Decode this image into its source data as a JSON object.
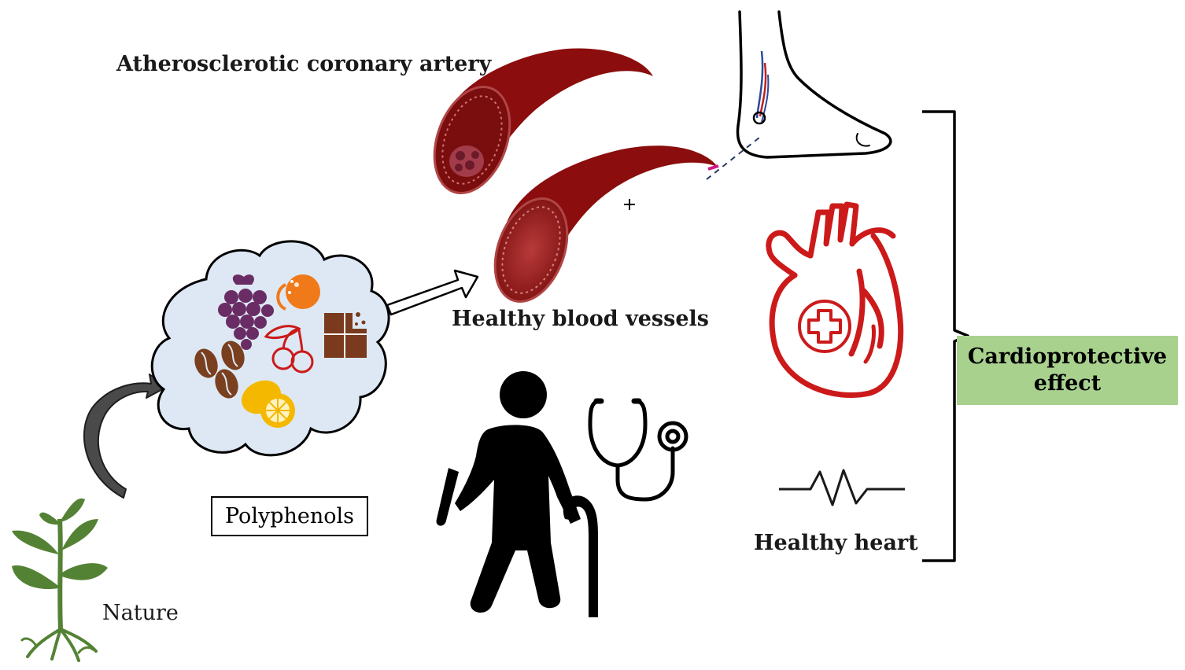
{
  "labels": {
    "atherosclerotic": "Atherosclerotic coronary artery",
    "healthy_vessels": "Healthy blood vessels",
    "healthy_heart": "Healthy heart",
    "nature": "Nature",
    "polyphenols": "Polyphenols",
    "cardioprotective": "Cardioprotective effect"
  },
  "icons": [
    "plant-icon",
    "curved-arrow-icon",
    "polyphenol-cloud-icon",
    "grapes-icon",
    "orange-icon",
    "chocolate-icon",
    "cherry-icon",
    "coffee-bean-icon",
    "lemon-icon",
    "block-arrow-icon",
    "diseased-artery-icon",
    "healthy-artery-icon",
    "foot-icon",
    "heart-icon",
    "medical-cross-icon",
    "ecg-wave-icon",
    "elderly-person-icon",
    "stethoscope-icon",
    "bracket-icon"
  ],
  "colors": {
    "artery": "#8b0d0d",
    "heart_outline": "#cc1a1a",
    "plant": "#548235",
    "cloud": "#dde8f4",
    "grapes": "#6a2c64",
    "orange": "#f07a1a",
    "lemon": "#f5b800",
    "coffee": "#7a3f1f",
    "chocolate": "#7a3a1e",
    "cardio_box": "#a9d18e"
  }
}
